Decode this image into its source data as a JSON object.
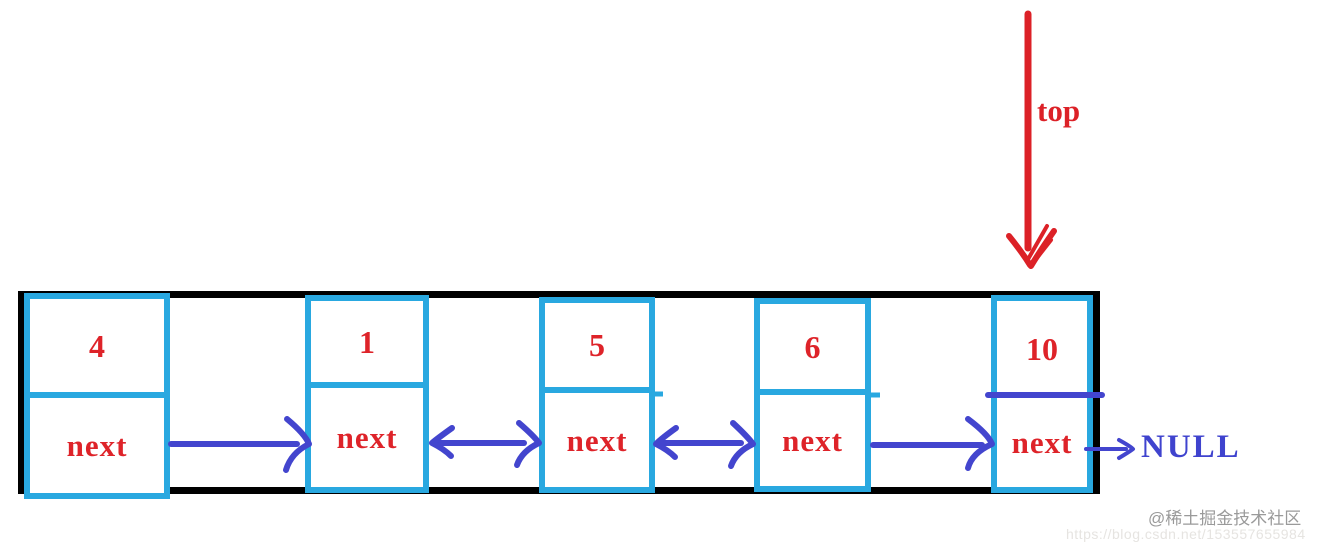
{
  "colors": {
    "node_border": "#29a8e0",
    "outer_border": "#000000",
    "value_red": "#de2329",
    "pointer_blue": "#4345ce",
    "top_arrow_red": "#dc2127",
    "null_blue": "#3f43ce",
    "watermark_gray": "#9a9a9a",
    "watermark_url_gray": "#e6e4e1"
  },
  "stack_diagram": {
    "top_pointer_label": "top",
    "null_label": "NULL",
    "nodes": [
      {
        "value": "4",
        "pointer_label": "next"
      },
      {
        "value": "1",
        "pointer_label": "next"
      },
      {
        "value": "5",
        "pointer_label": "next"
      },
      {
        "value": "6",
        "pointer_label": "next"
      },
      {
        "value": "10",
        "pointer_label": "next"
      }
    ]
  },
  "watermark": {
    "community": "@稀土掘金技术社区",
    "url": "https://blog.csdn.net/153557655984"
  }
}
